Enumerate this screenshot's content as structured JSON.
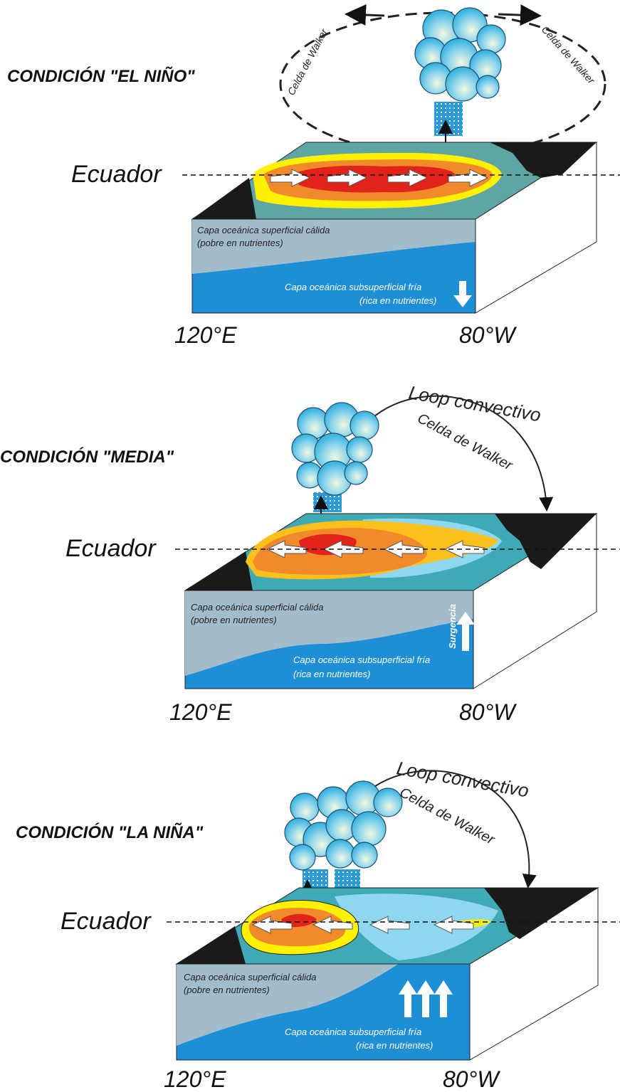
{
  "panels": [
    {
      "title": "CONDICIÓN \"EL NIÑO\"",
      "equator": "Ecuador",
      "walker_left": "Celda de Walker",
      "walker_right": "Celda de Walker",
      "warm_layer": "Capa oceánica superficial cálida",
      "warm_layer_note": "(pobre en nutrientes)",
      "cold_layer": "Capa oceánica subsuperficial fría",
      "cold_layer_note": "(rica en nutrientes)",
      "lon_west": "120°E",
      "lon_east": "80°W"
    },
    {
      "title": "CONDICIÓN \"MEDIA\"",
      "equator": "Ecuador",
      "loop": "Loop convectivo",
      "walker": "Celda de Walker",
      "warm_layer": "Capa oceánica superficial cálida",
      "warm_layer_note": "(pobre en nutrientes)",
      "upwelling": "Surgencia",
      "cold_layer": "Capa oceánica subsuperficial fría",
      "cold_layer_note": "(rica en nutrientes)",
      "lon_west": "120°E",
      "lon_east": "80°W"
    },
    {
      "title": "CONDICIÓN \"LA NIÑA\"",
      "equator": "Ecuador",
      "loop": "Loop convectivo",
      "walker": "Celda de Walker",
      "warm_layer": "Capa oceánica superficial cálida",
      "warm_layer_note": "(pobre en nutrientes)",
      "cold_layer": "Capa oceánica subsuperficial fría",
      "cold_layer_note": "(rica en nutrientes)",
      "lon_west": "120°E",
      "lon_east": "80°W"
    }
  ],
  "colors": {
    "deep_ocean": "#1e8fd6",
    "warm_layer": "#a3bccb",
    "sst_red": "#e2231a",
    "sst_orange": "#f08a2a",
    "sst_yellow": "#fff100",
    "sst_teal": "#3fa9b5",
    "cloud": "#5fc8e8",
    "land": "#1a1a1a"
  }
}
